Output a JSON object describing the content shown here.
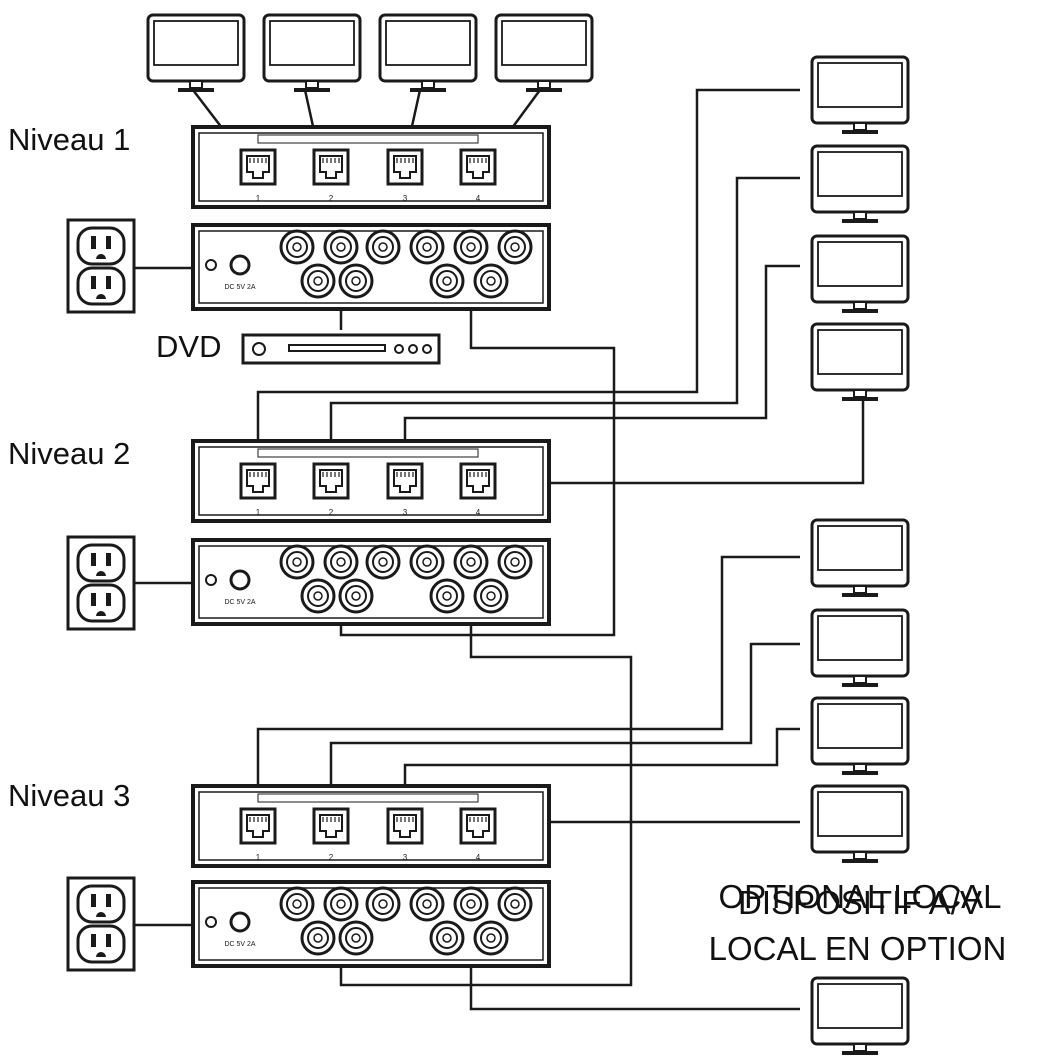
{
  "levels": [
    {
      "label": "Niveau 1",
      "port_numbers": [
        "1",
        "2",
        "3",
        "4"
      ],
      "power_label": "DC 5V 2A"
    },
    {
      "label": "Niveau 2",
      "port_numbers": [
        "1",
        "2",
        "3",
        "4"
      ],
      "power_label": "DC 5V 2A"
    },
    {
      "label": "Niveau 3",
      "port_numbers": [
        "1",
        "2",
        "3",
        "4"
      ],
      "power_label": "DC 5V 2A"
    }
  ],
  "dvd_label": "DVD",
  "optional_local": {
    "line_english": "OPTIONAL LOCAL",
    "line_french_1": "DISPOSITIF A/V",
    "line_french_2": "LOCAL EN OPTION"
  },
  "colors": {
    "stroke": "#1a1a1a",
    "background": "#ffffff"
  },
  "icons": [
    "monitor-icon",
    "wall-outlet-icon",
    "dvd-player-icon",
    "rj45-port-icon",
    "bnc-connector-icon"
  ]
}
